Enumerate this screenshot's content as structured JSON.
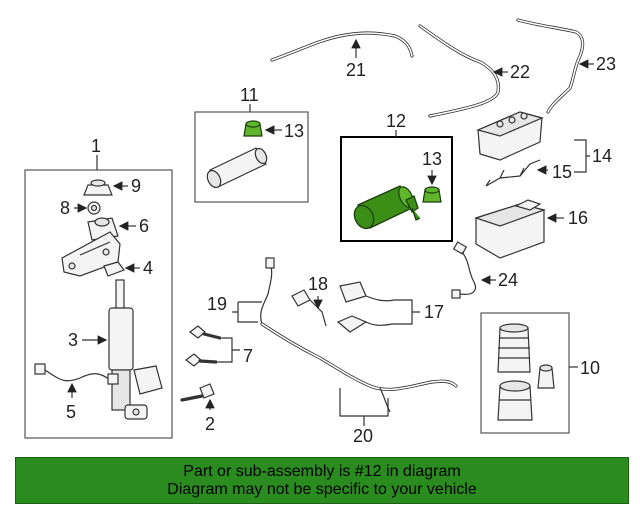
{
  "callouts": {
    "c1": "1",
    "c2": "2",
    "c3": "3",
    "c4": "4",
    "c5": "5",
    "c6": "6",
    "c7": "7",
    "c8": "8",
    "c9": "9",
    "c10": "10",
    "c11": "11",
    "c12": "12",
    "c13a": "13",
    "c13b": "13",
    "c14": "14",
    "c15": "15",
    "c16": "16",
    "c17": "17",
    "c18": "18",
    "c19": "19",
    "c20": "20",
    "c21": "21",
    "c22": "22",
    "c23": "23",
    "c24": "24"
  },
  "highlighted_part": "12",
  "colors": {
    "highlight": "#3c8f16",
    "banner": "#2a8c1f"
  },
  "banner": {
    "line1": "Part or sub-assembly is #12 in diagram",
    "line2": "Diagram may not be specific to your vehicle"
  }
}
